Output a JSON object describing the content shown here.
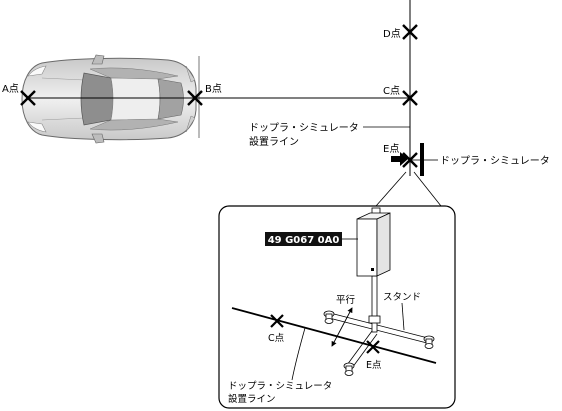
{
  "top_view": {
    "point_a": "A点",
    "point_b": "B点",
    "point_c": "C点",
    "point_d": "D点",
    "point_e": "E点",
    "install_line_label": [
      "ドップラ・シミュレータ",
      "設置ライン"
    ],
    "simulator_label": "ドップラ・シミュレータ"
  },
  "inset": {
    "part_number": "49 G067 0A0",
    "parallel_label": "平行",
    "stand_label": "スタンド",
    "point_c": "C点",
    "point_e": "E点",
    "install_line_label": [
      "ドップラ・シミュレータ",
      "設置ライン"
    ]
  }
}
